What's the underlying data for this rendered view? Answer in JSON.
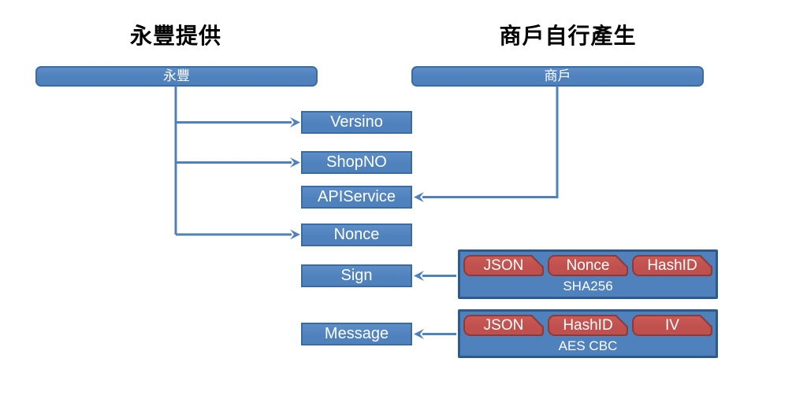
{
  "headers": {
    "left": "永豐提供",
    "right": "商戶自行產生"
  },
  "providers": {
    "sinopac": "永豐",
    "merchant": "商戶"
  },
  "fields": {
    "versino": "Versino",
    "shopno": "ShopNO",
    "apiservice": "APIService",
    "nonce": "Nonce",
    "sign": "Sign",
    "message": "Message"
  },
  "groups": {
    "sha256": {
      "label": "SHA256",
      "chips": [
        "JSON",
        "Nonce",
        "HashID"
      ]
    },
    "aes_cbc": {
      "label": "AES CBC",
      "chips": [
        "JSON",
        "HashID",
        "IV"
      ]
    }
  },
  "colors": {
    "background": "#ffffff",
    "box_fill": "#4f81bd",
    "box_border": "#3a6ca4",
    "group_border": "#2d5a8d",
    "chip_fill": "#c0504d",
    "chip_border": "#8e3a37",
    "arrow": "#4f81bd",
    "text_light": "#ffffff",
    "text_dark": "#000000"
  }
}
